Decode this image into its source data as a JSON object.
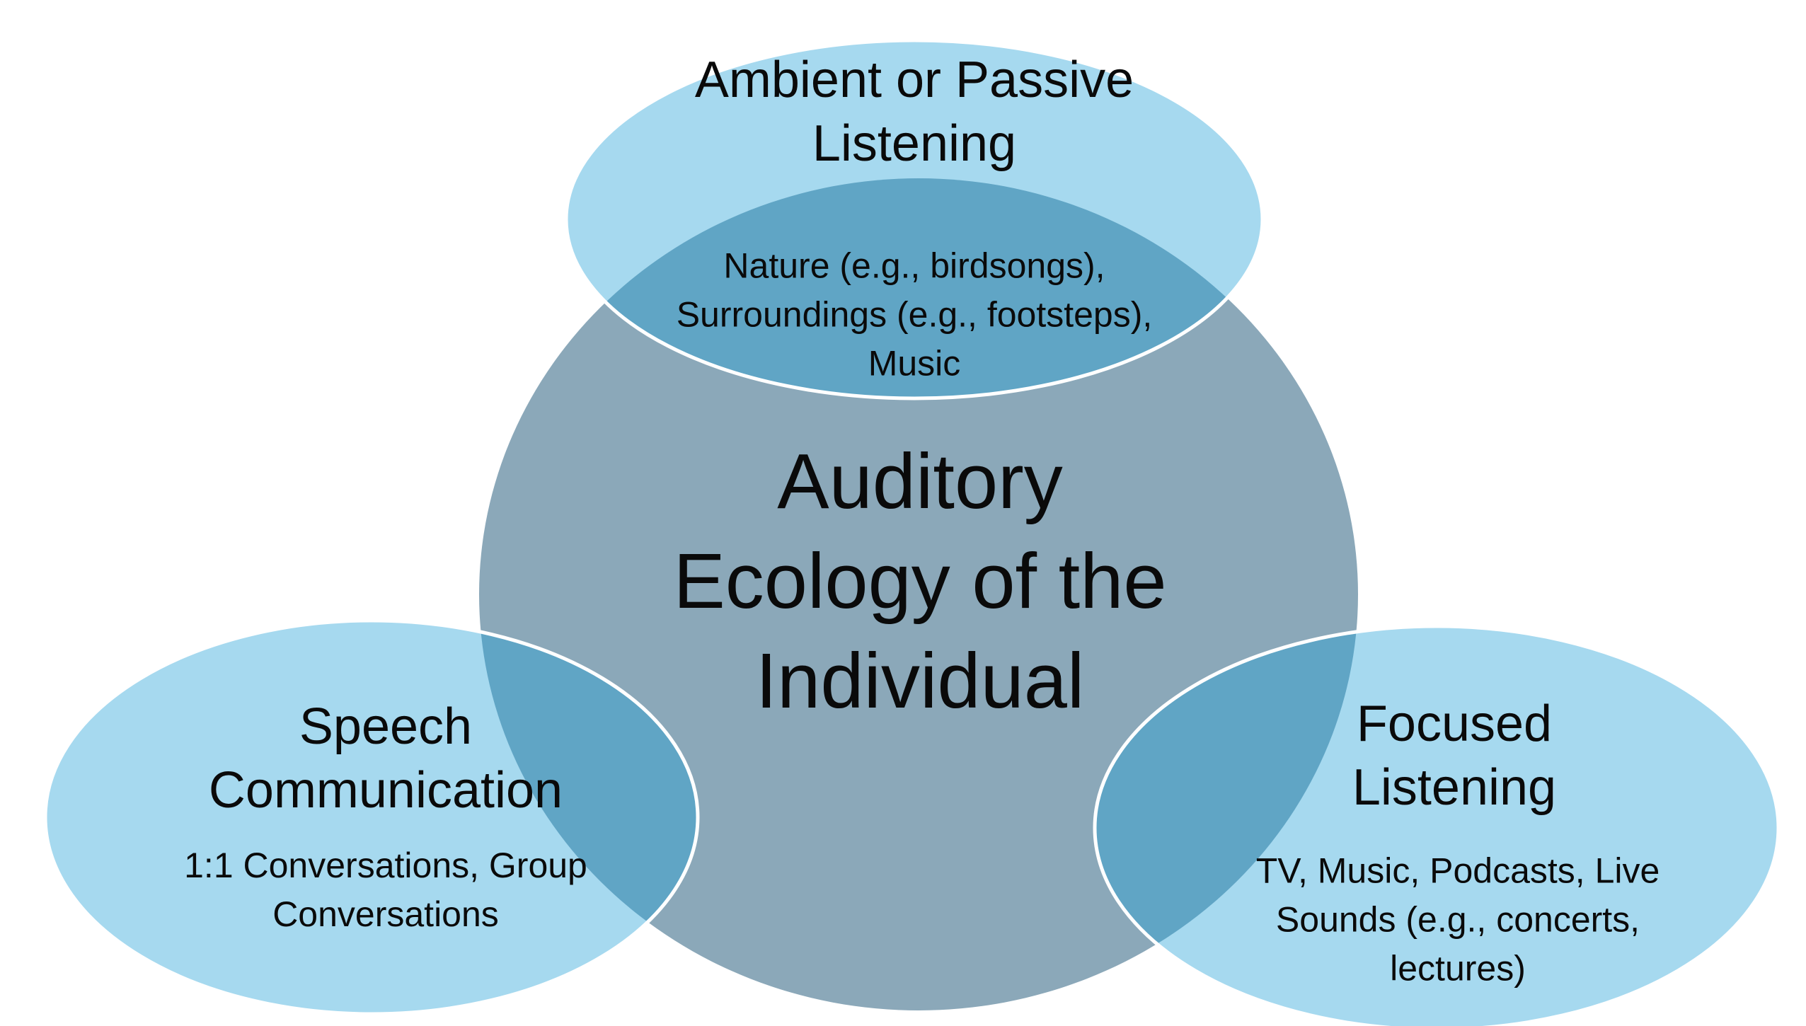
{
  "colors": {
    "background": "#FFFFFF",
    "circle_fill": "#8BA8B9",
    "ellipse_fill": "#20A0D8",
    "ellipse_fill_opacity": "0.4",
    "ellipse_stroke": "#FFFFFF",
    "text": "#0A0A0A"
  },
  "center": {
    "lines": [
      "Auditory",
      "Ecology of the",
      "Individual"
    ]
  },
  "ambient": {
    "title_lines": [
      "Ambient or Passive",
      "Listening"
    ],
    "example_lines": [
      "Nature (e.g., birdsongs),",
      "Surroundings (e.g., footsteps),",
      "Music"
    ]
  },
  "speech": {
    "title_lines": [
      "Speech",
      "Communication"
    ],
    "example_lines": [
      "1:1 Conversations, Group",
      "Conversations"
    ]
  },
  "focused": {
    "title_lines": [
      "Focused",
      "Listening"
    ],
    "example_lines": [
      "TV, Music, Podcasts, Live",
      "Sounds (e.g., concerts,",
      "lectures)"
    ]
  }
}
